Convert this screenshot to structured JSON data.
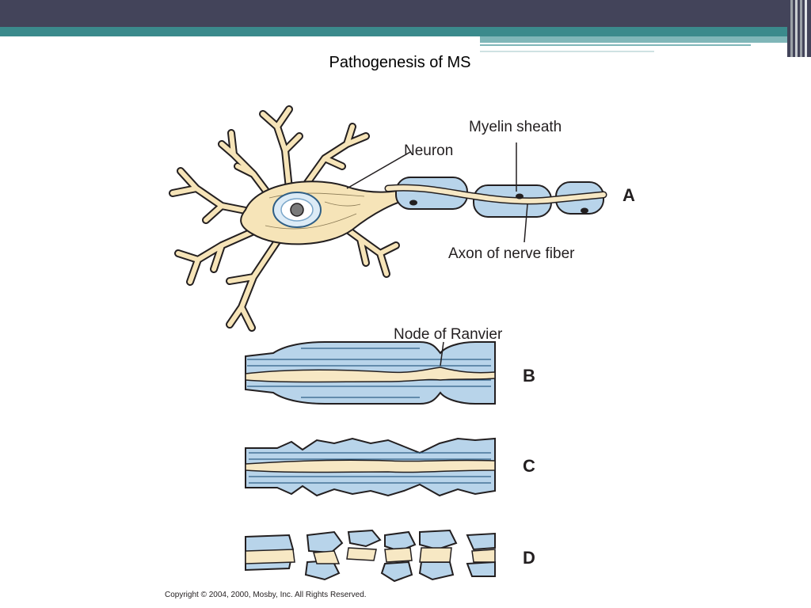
{
  "slide": {
    "title": "Pathogenesis of MS",
    "copyright": "Copyright © 2004, 2000, Mosby, Inc. All Rights Reserved."
  },
  "theme": {
    "header_dark": "#43445a",
    "header_teal": "#3b8a8c",
    "header_teal_light": "#7fb6b8",
    "myelin_blue": "#b8d4ea",
    "myelin_stroke": "#2f5f86",
    "axon_cream": "#f7e8c4",
    "neuron_cream": "#f6e4b8",
    "line_dark": "#231f20"
  },
  "figure": {
    "labels": {
      "myelin_sheath": "Myelin sheath",
      "neuron": "Neuron",
      "axon": "Axon of nerve fiber",
      "node_of_ranvier": "Node of Ranvier"
    },
    "panels": {
      "a": "A",
      "b": "B",
      "c": "C",
      "d": "D"
    }
  }
}
